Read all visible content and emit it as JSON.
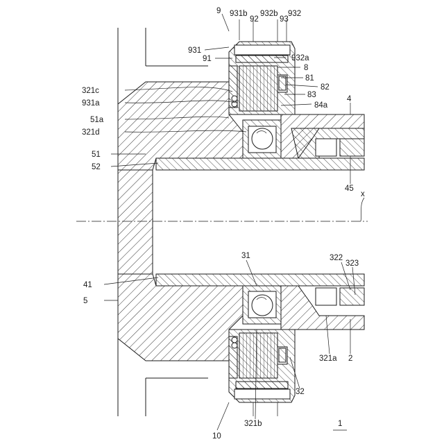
{
  "labels": {
    "l9": "9",
    "l931b": "931b",
    "l92": "92",
    "l932b": "932b",
    "l93": "93",
    "l932": "932",
    "l931": "931",
    "l91": "91",
    "l932a": "932a",
    "l8": "8",
    "l81": "81",
    "l82": "82",
    "l83": "83",
    "l321c": "321c",
    "l931a": "931a",
    "l84a": "84a",
    "l4": "4",
    "l51a": "51a",
    "l321d": "321d",
    "l51": "51",
    "l52": "52",
    "l45": "45",
    "lx": "x",
    "l31": "31",
    "l322": "322",
    "l323": "323",
    "l41": "41",
    "l5": "5",
    "l321a": "321a",
    "l2": "2",
    "l32": "32",
    "l321b": "321b",
    "l10": "10",
    "l1": "1"
  }
}
